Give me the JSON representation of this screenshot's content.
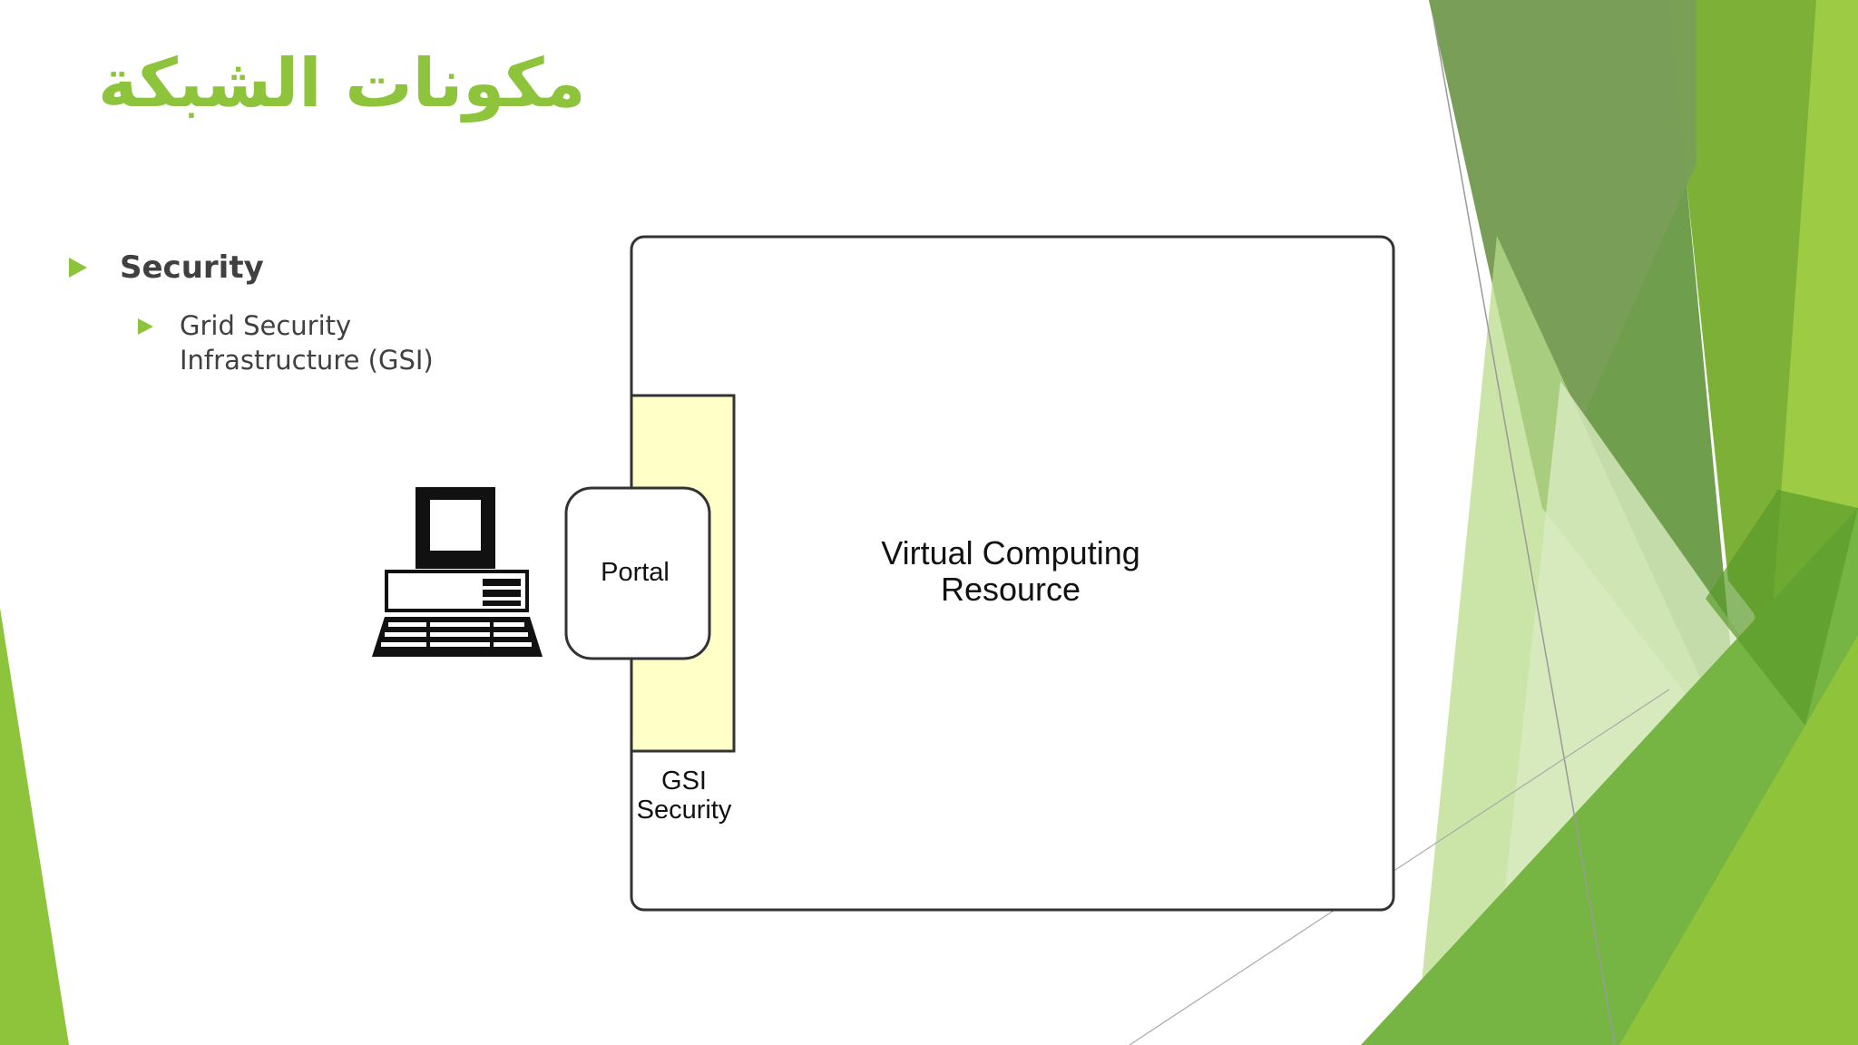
{
  "slide": {
    "title": "مكونات الشبكة",
    "bullets": [
      {
        "label": "Security",
        "sub_bullets": [
          {
            "label": "Grid Security Infrastructure (GSI)"
          }
        ]
      }
    ]
  },
  "diagram": {
    "nodes": {
      "computer": {
        "icon": "desktop-computer-icon"
      },
      "portal": {
        "label": "Portal"
      },
      "gsi": {
        "label_line1": "GSI",
        "label_line2": "Security"
      },
      "resource": {
        "label_line1": "Virtual Computing",
        "label_line2": "Resource"
      }
    }
  },
  "colors": {
    "accent": "#8dc43b",
    "text": "#404040",
    "gsi_fill": "#ffffc8",
    "green_dark": "#739e4e",
    "green_mid": "#7db436",
    "green_light": "#a7cf5f"
  }
}
